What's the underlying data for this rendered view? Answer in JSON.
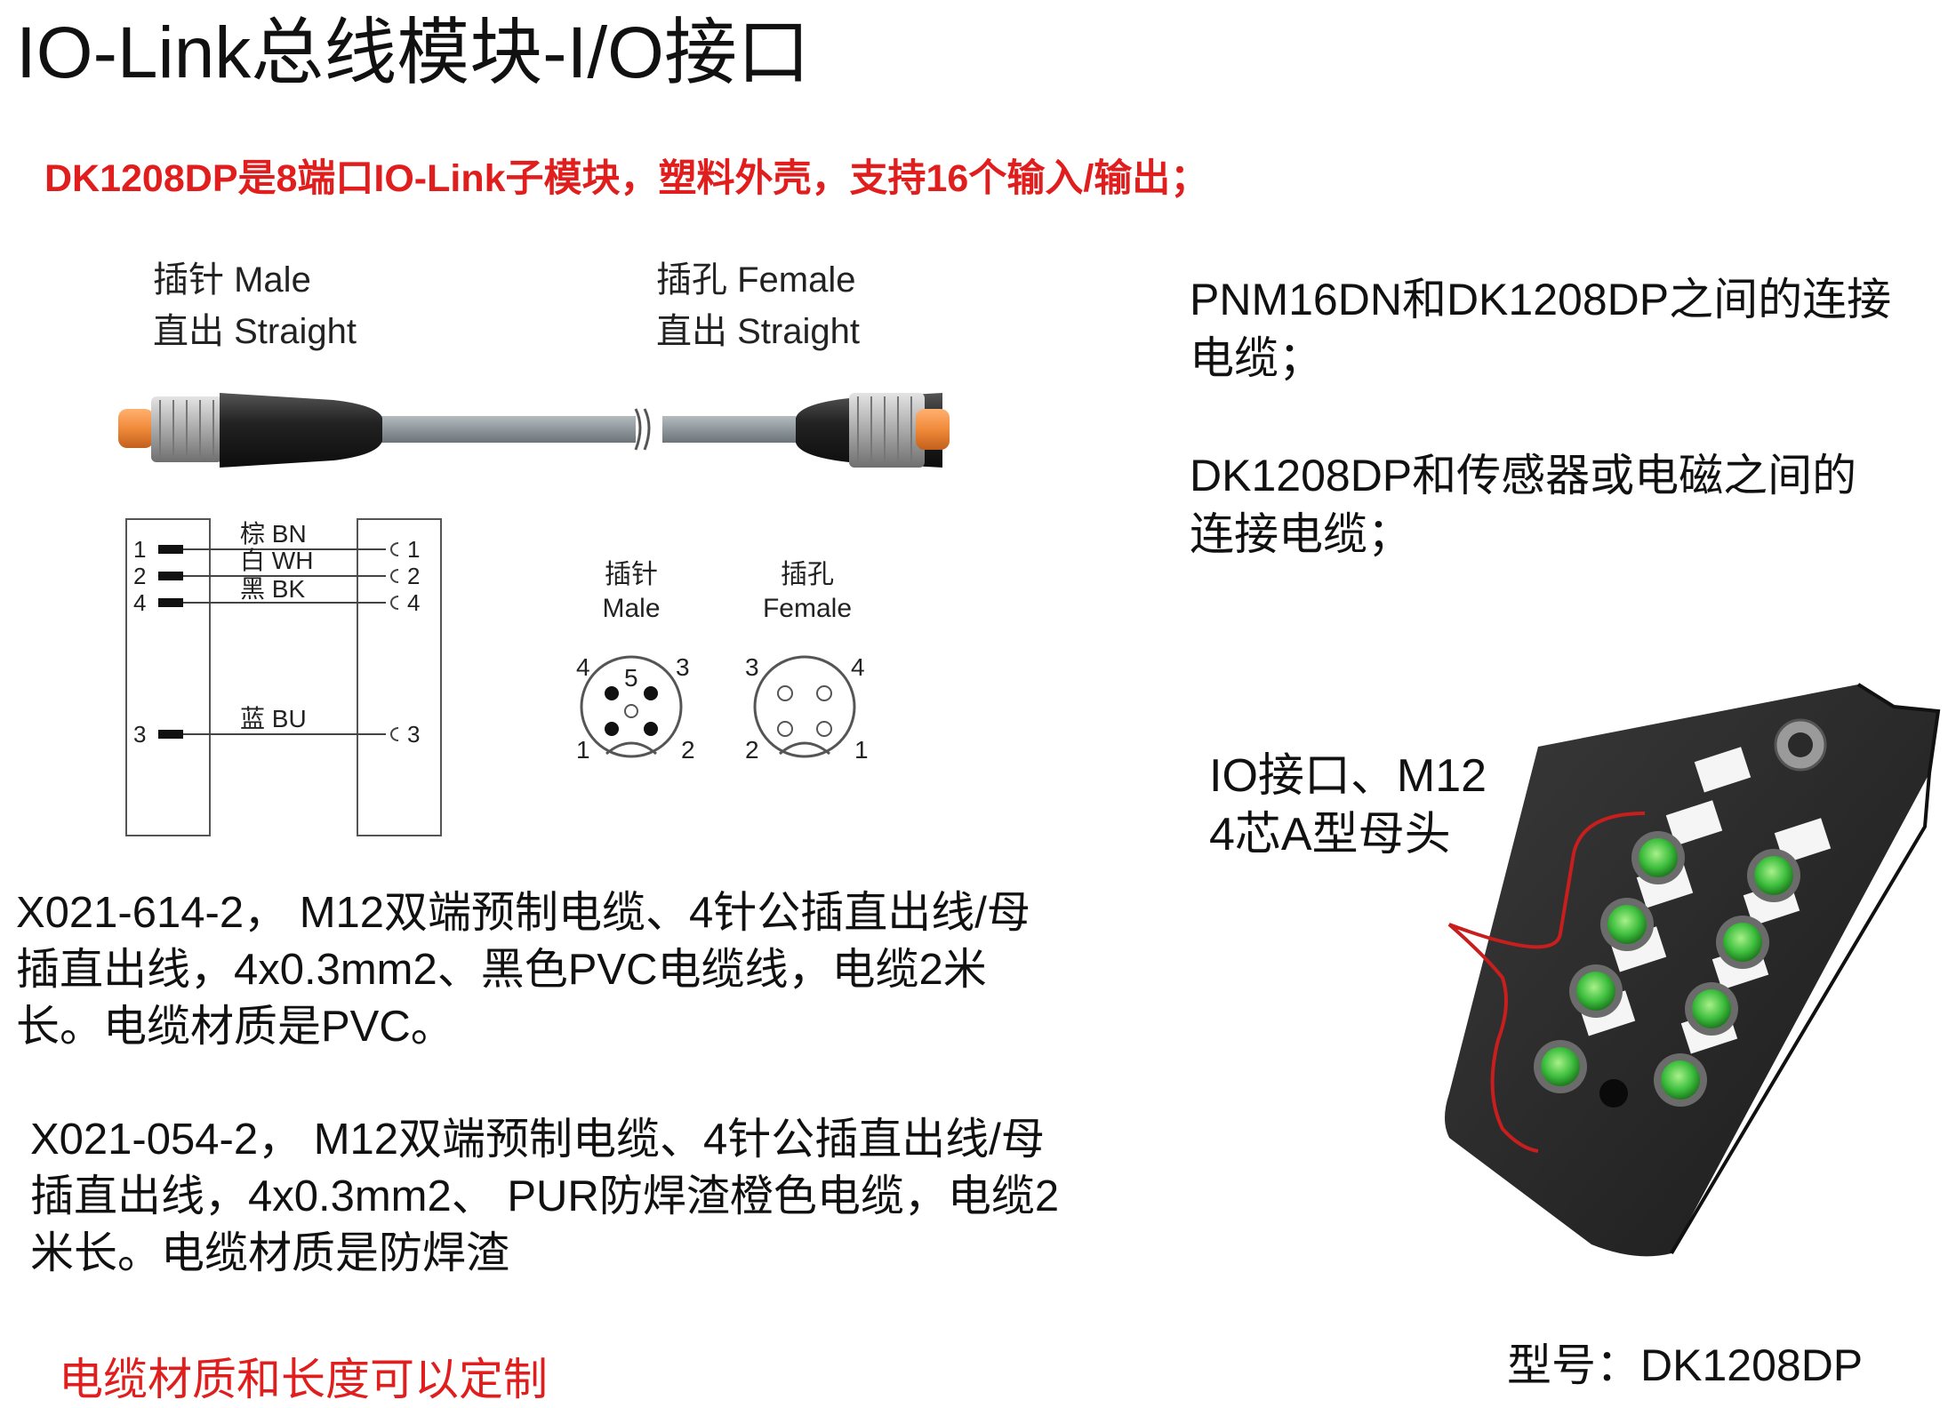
{
  "title": "IO-Link总线模块-I/O接口",
  "subtitle": "DK1208DP是8端口IO-Link子模块，塑料外壳，支持16个输入/输出；",
  "cable": {
    "male_label_line1": "插针  Male",
    "male_label_line2": "直出  Straight",
    "female_label_line1": "插孔  Female",
    "female_label_line2": "直出  Straight"
  },
  "wiring": {
    "left_pins": [
      "1",
      "2",
      "4",
      "3"
    ],
    "right_pins": [
      "1",
      "2",
      "4",
      "3"
    ],
    "wires": [
      {
        "label": "棕 BN",
        "color": "#8b5a2b"
      },
      {
        "label": "白 WH",
        "color": "#d0d0d0"
      },
      {
        "label": "黑 BK",
        "color": "#111111"
      },
      {
        "label": "蓝 BU",
        "color": "#1f4fbf"
      }
    ]
  },
  "pinout": {
    "male_title_1": "插针",
    "male_title_2": "Male",
    "female_title_1": "插孔",
    "female_title_2": "Female",
    "male_numbers": [
      "4",
      "5",
      "3",
      "1",
      "2"
    ],
    "female_numbers": [
      "3",
      "4",
      "2",
      "1"
    ]
  },
  "descriptions": {
    "item1": "X021-614-2， M12双端预制电缆、4针公插直出线/母插直出线，4x0.3mm2、黑色PVC电缆线，电缆2米长。电缆材质是PVC。",
    "item2": "X021-054-2， M12双端预制电缆、4针公插直出线/母插直出线，4x0.3mm2、 PUR防焊渣橙色电缆，电缆2米长。电缆材质是防焊渣"
  },
  "right": {
    "desc1": "PNM16DN和DK1208DP之间的连接电缆；",
    "desc2": "DK1208DP和传感器或电磁之间的连接电缆；",
    "callout": "IO接口、M12 4芯A型母头"
  },
  "note": "电缆材质和长度可以定制",
  "model": "型号：DK1208DP",
  "colors": {
    "accent_red": "#e01e1e",
    "cable_gray": "#8e979c",
    "connector_black": "#1c1c1c",
    "nut_silver": "#b8b8b8",
    "tip_orange": "#f08a3a",
    "led_green": "#3fbf3f",
    "module_body": "#2a2a2a"
  }
}
